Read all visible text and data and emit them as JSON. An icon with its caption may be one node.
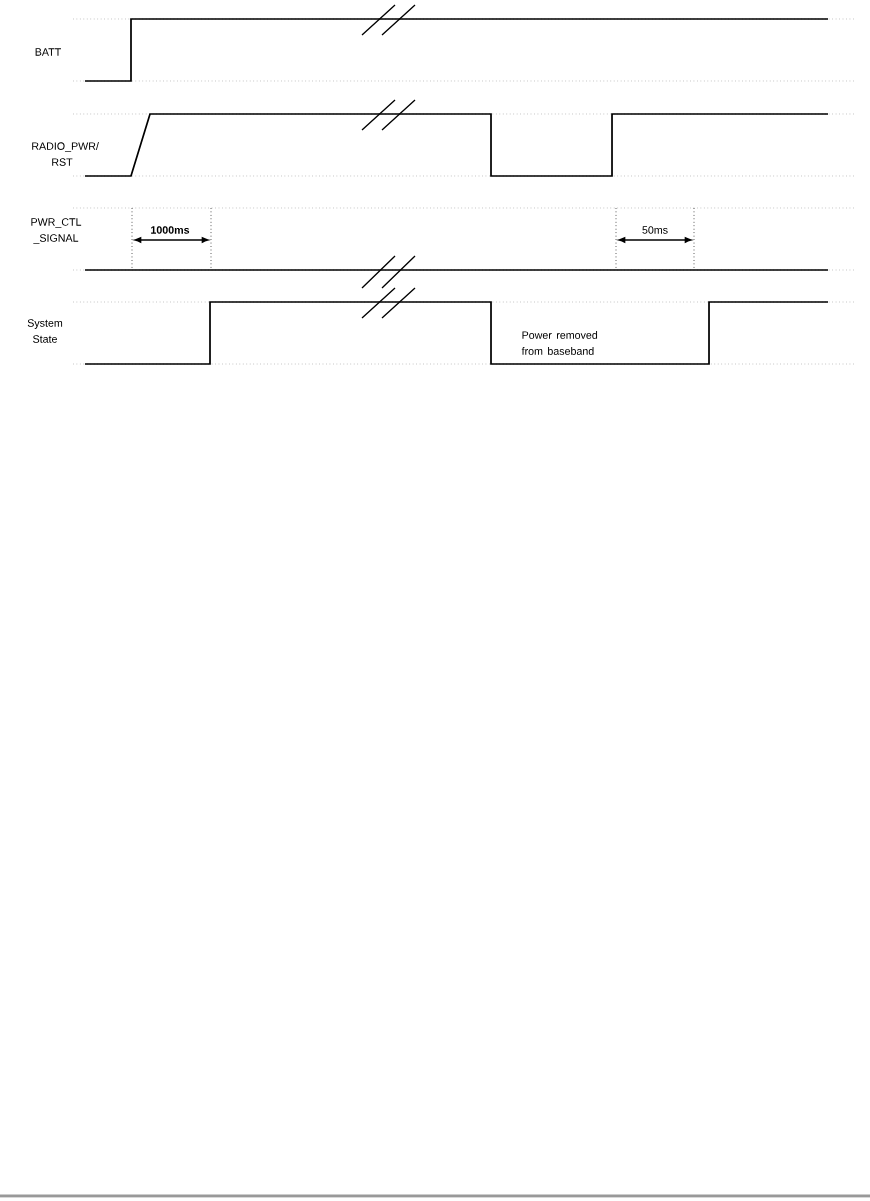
{
  "diagram": {
    "labels": [
      "BATT",
      "RADIO_PWR/ RST",
      "PWR_CTL _SIGNAL",
      "1000ms",
      "50ms",
      "System State",
      "Power removed from baseband"
    ]
  }
}
